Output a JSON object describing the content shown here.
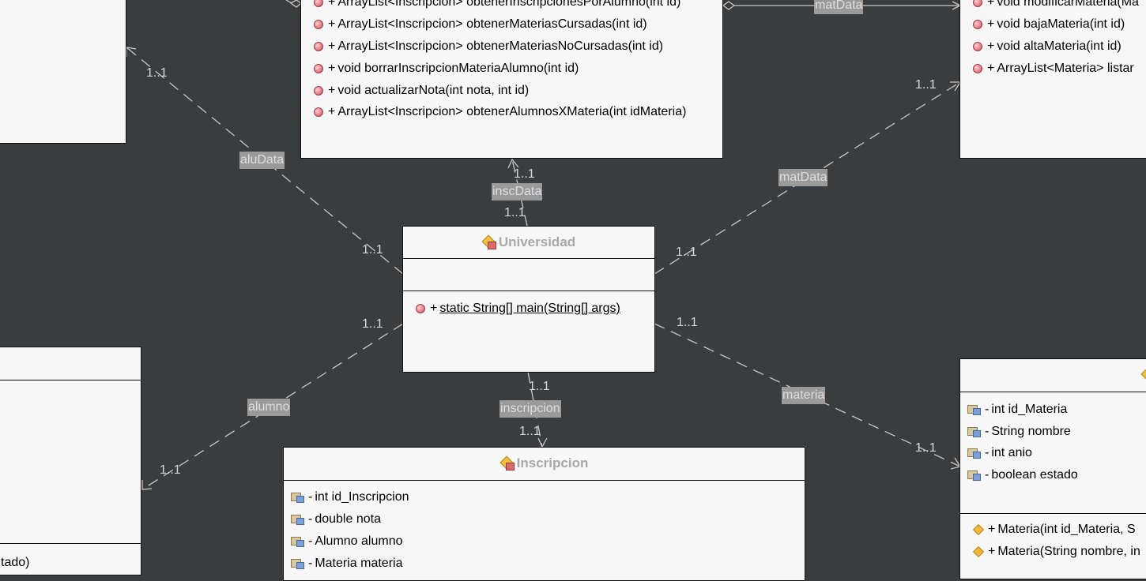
{
  "universidad": {
    "title": "Universidad",
    "methods": [
      {
        "vis": "+",
        "sig": "static String[] main(String[] args)"
      }
    ]
  },
  "inscripcion_data": {
    "methods": [
      {
        "vis": "+",
        "sig": "ArrayList<Inscripcion> obtenerInscripcionesPorAlumno(int id)"
      },
      {
        "vis": "+",
        "sig": "ArrayList<Inscripcion> obtenerMateriasCursadas(int id)"
      },
      {
        "vis": "+",
        "sig": "ArrayList<Inscripcion> obtenerMateriasNoCursadas(int id)"
      },
      {
        "vis": "+",
        "sig": "void borrarInscripcionMateriaAlumno(int id)"
      },
      {
        "vis": "+",
        "sig": "void actualizarNota(int nota, int id)"
      },
      {
        "vis": "+",
        "sig": "ArrayList<Inscripcion> obtenerAlumnosXMateria(int idMateria)"
      }
    ]
  },
  "materia_data": {
    "methods": [
      {
        "vis": "+",
        "sig": "void modificarMateria(Ma"
      },
      {
        "vis": "+",
        "sig": "void bajaMateria(int id)"
      },
      {
        "vis": "+",
        "sig": "void altaMateria(int id)"
      },
      {
        "vis": "+",
        "sig": "ArrayList<Materia> listar"
      }
    ]
  },
  "inscripcion": {
    "title": "Inscripcion",
    "fields": [
      {
        "vis": "-",
        "sig": "int id_Inscripcion"
      },
      {
        "vis": "-",
        "sig": "double nota"
      },
      {
        "vis": "-",
        "sig": "Alumno alumno"
      },
      {
        "vis": "-",
        "sig": "Materia materia"
      }
    ]
  },
  "materia": {
    "fields": [
      {
        "vis": "-",
        "sig": "int id_Materia"
      },
      {
        "vis": "-",
        "sig": "String nombre"
      },
      {
        "vis": "-",
        "sig": "int anio"
      },
      {
        "vis": "-",
        "sig": "boolean estado"
      }
    ],
    "constructors": [
      {
        "vis": "+",
        "sig": "Materia(int id_Materia, S"
      },
      {
        "vis": "+",
        "sig": "Materia(String nombre, in"
      }
    ]
  },
  "alumno_class": {
    "partial_text": "tado)"
  },
  "relations": {
    "aluData": "aluData",
    "inscData": "inscData",
    "matData": "matData",
    "matData_top": "matData",
    "alumno": "alumno",
    "inscripcion": "inscripcion",
    "materia": "materia"
  },
  "multiplicity": "1..1",
  "colors": {
    "background": "#3a3d40",
    "class_fill": "#f7f7f7",
    "class_title": "#a8a8a8",
    "relation_label_bg": "#9a9a9a"
  }
}
